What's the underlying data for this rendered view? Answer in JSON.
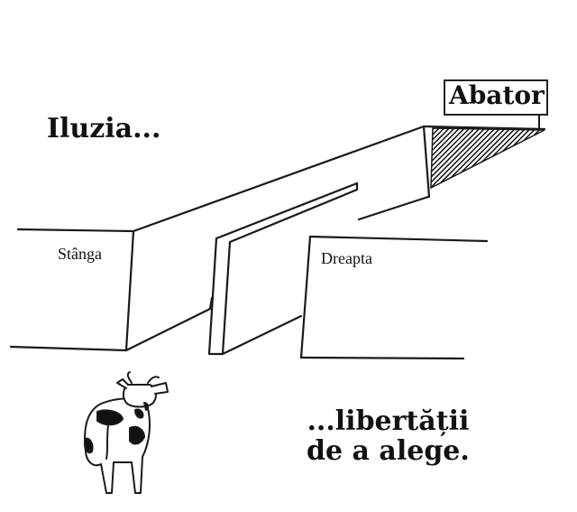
{
  "title": "Iluzia...",
  "sign": "Abator",
  "left_path_label": "Stânga",
  "right_path_label": "Dreapta",
  "caption": {
    "line1": "...libertății",
    "line2": "de a alege."
  }
}
